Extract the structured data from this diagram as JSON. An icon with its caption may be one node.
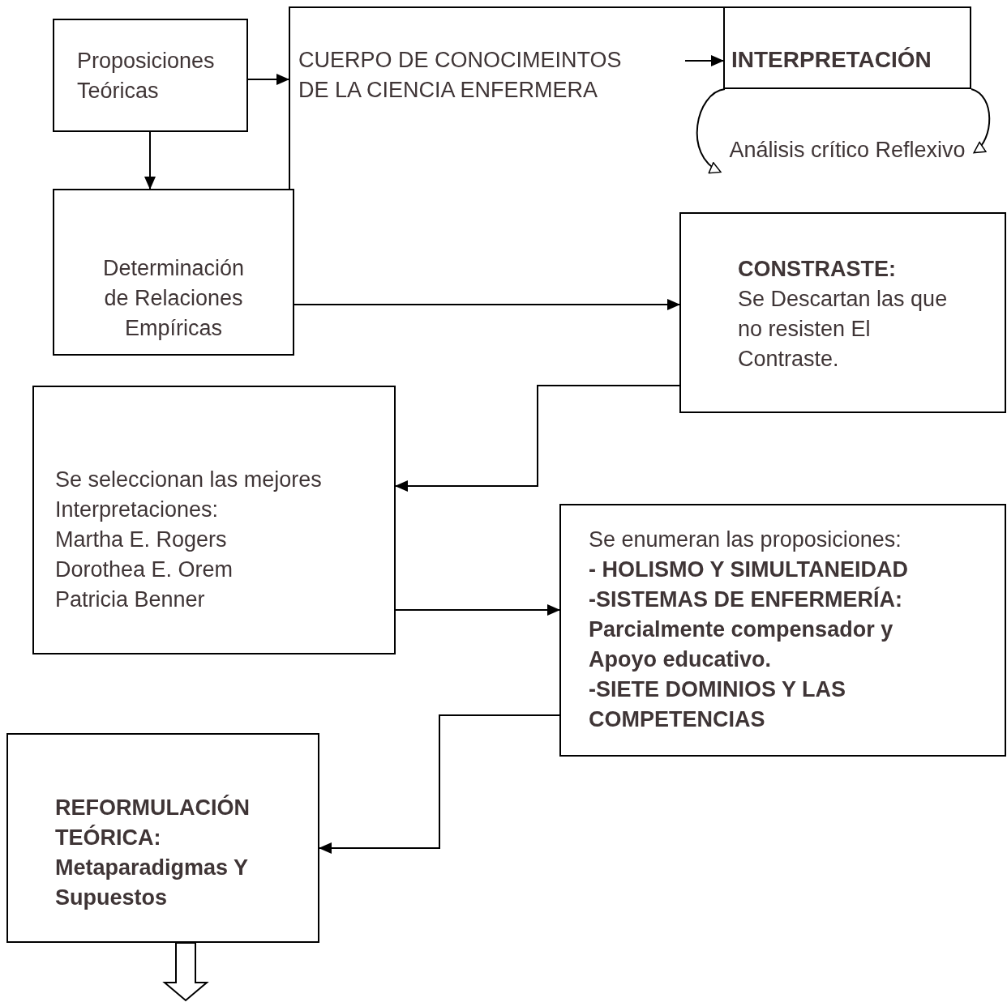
{
  "diagram": {
    "nodes": [
      {
        "text": [
          "Proposiciones Teóricas"
        ]
      },
      {
        "text": [
          "CUERPO DE CONOCIMEINTOS DE LA CIENCIA ENFERMERA"
        ]
      },
      {
        "text": [
          "INTERPRETACIÓN"
        ]
      },
      {
        "text": [
          "Análisis crítico Reflexivo"
        ]
      },
      {
        "text": [
          "Determinación de Relaciones Empíricas"
        ]
      },
      {
        "text": [
          "CONSTRASTE:",
          "Se Descartan las que no resisten El Contraste."
        ]
      },
      {
        "text": [
          "Se seleccionan las mejores Interpretaciones:",
          "Martha E. Rogers",
          "Dorothea E. Orem",
          "Patricia Benner"
        ]
      },
      {
        "text": [
          "Se enumeran las proposiciones:",
          "- HOLISMO Y SIMULTANEIDAD",
          "-SISTEMAS DE ENFERMERÍA:",
          "Parcialmente compensador y Apoyo educativo.",
          "-SIETE DOMINIOS Y LAS COMPETENCIAS"
        ]
      },
      {
        "text": [
          "REFORMULACIÓN TEÓRICA:",
          "Metaparadigmas Y Supuestos"
        ]
      }
    ],
    "edges": [
      {
        "from": 0,
        "to": 1,
        "arrow": "to"
      },
      {
        "from": 1,
        "to": 2,
        "arrow": "to"
      },
      {
        "from": 0,
        "to": 4,
        "arrow": "to"
      },
      {
        "from": 2,
        "to": 3,
        "arrow": "to"
      },
      {
        "from": 2,
        "to": 3,
        "arrow": "to"
      },
      {
        "from": 4,
        "to": 5,
        "arrow": "to"
      },
      {
        "from": 5,
        "to": 6,
        "arrow": "to"
      },
      {
        "from": 6,
        "to": 7,
        "arrow": "to"
      },
      {
        "from": 7,
        "to": 8,
        "arrow": "to"
      },
      {
        "from": 8,
        "to": null,
        "arrow": "to",
        "style": "thick"
      }
    ]
  }
}
